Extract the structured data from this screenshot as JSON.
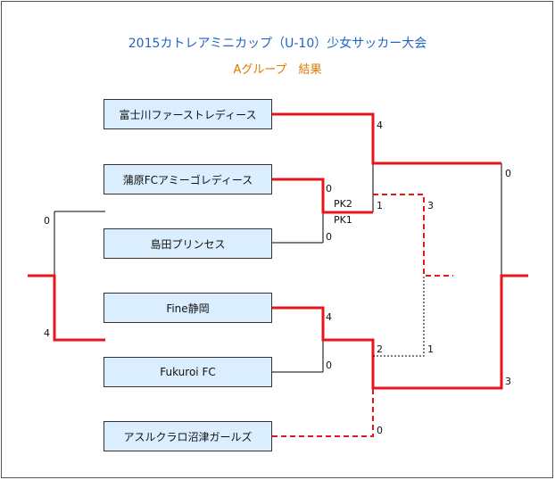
{
  "title": "2015カトレアミニカップ（U-10）少女サッカー大会",
  "subtitle": "Aグループ　結果",
  "colors": {
    "winner_line": "#e8151b",
    "loser_line": "#000000",
    "team_box": "#dbeeff",
    "title": "#1f63c8",
    "subtitle": "#e07800"
  },
  "teams": [
    "富士川ファーストレディース",
    "蒲原FCアミーゴレディース",
    "島田プリンセス",
    "Fine静岡",
    "Fukuroi FC",
    "アスルクラロ沼津ガールズ"
  ],
  "scores": {
    "fujikawa_r2": "4",
    "kanbara_r1": "0",
    "pk_kanbara": "PK2",
    "pk_shimada": "PK1",
    "shimada_r1": "0",
    "kanbara_r2": "1",
    "fine_r1": "4",
    "fukuroi_r1": "0",
    "fine_r2": "2",
    "azul_r2": "0",
    "third_top": "3",
    "third_bottom": "1",
    "final_top": "0",
    "final_bottom": "3",
    "left_top": "0",
    "left_bottom": "4"
  }
}
